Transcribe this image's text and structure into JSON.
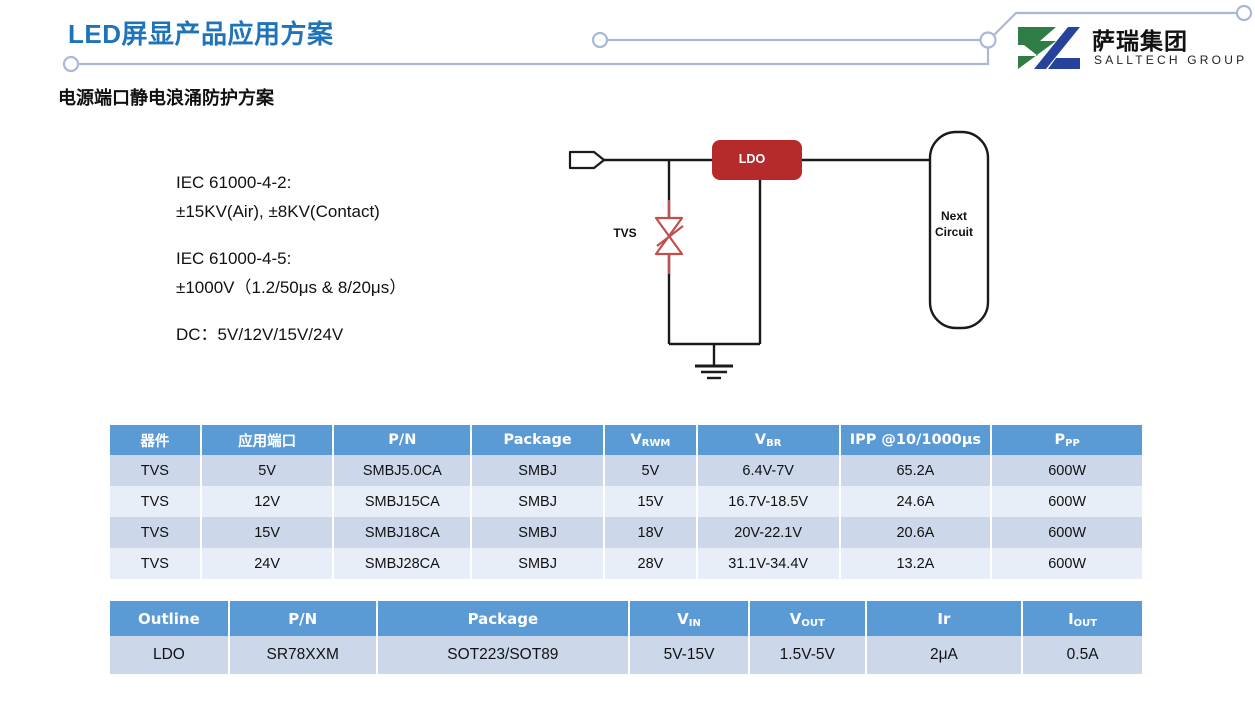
{
  "header": {
    "slide_title": "LED屏显产品应用方案",
    "section_title": "电源端口静电浪涌防护方案",
    "line_color": "#a9b8d8",
    "title_color": "#1f73b8"
  },
  "logo": {
    "name_cn": "萨瑞集团",
    "name_en": "SALLTECH GROUP",
    "mark_green": "#2e7d46",
    "mark_blue": "#27429a"
  },
  "spec": {
    "esd_standard": "IEC 61000-4-2:",
    "esd_value": "±15KV(Air), ±8KV(Contact)",
    "surge_standard": "IEC 61000-4-5:",
    "surge_value": "±1000V（1.2/50μs & 8/20μs）",
    "dc_line": "DC：5V/12V/15V/24V"
  },
  "circuit": {
    "ldo_label": "LDO",
    "tvs_label": "TVS",
    "next_circuit_label": "Next\nCircuit",
    "next_circuit_line1": "Next",
    "next_circuit_line2": "Circuit",
    "ldo_fill": "#b52b2b",
    "tvs_color": "#c0504d",
    "wire_color": "#1a1a1a"
  },
  "tvs_table": {
    "headers": [
      {
        "text": "器件",
        "sub": ""
      },
      {
        "text": "应用端口",
        "sub": ""
      },
      {
        "text": "P/N",
        "sub": ""
      },
      {
        "text": "Package",
        "sub": ""
      },
      {
        "text": "V",
        "sub": "RWM"
      },
      {
        "text": "V",
        "sub": "BR"
      },
      {
        "text": "IPP @10/1000μs",
        "sub": ""
      },
      {
        "text": "P",
        "sub": "PP"
      }
    ],
    "rows": [
      [
        "TVS",
        "5V",
        "SMBJ5.0CA",
        "SMBJ",
        "5V",
        "6.4V-7V",
        "65.2A",
        "600W"
      ],
      [
        "TVS",
        "12V",
        "SMBJ15CA",
        "SMBJ",
        "15V",
        "16.7V-18.5V",
        "24.6A",
        "600W"
      ],
      [
        "TVS",
        "15V",
        "SMBJ18CA",
        "SMBJ",
        "18V",
        "20V-22.1V",
        "20.6A",
        "600W"
      ],
      [
        "TVS",
        "24V",
        "SMBJ28CA",
        "SMBJ",
        "28V",
        "31.1V-34.4V",
        "13.2A",
        "600W"
      ]
    ]
  },
  "ldo_table": {
    "headers": [
      {
        "text": "Outline",
        "sub": ""
      },
      {
        "text": "P/N",
        "sub": ""
      },
      {
        "text": "Package",
        "sub": ""
      },
      {
        "text": "V",
        "sub": "IN"
      },
      {
        "text": "V",
        "sub": "OUT"
      },
      {
        "text": "Ir",
        "sub": ""
      },
      {
        "text": "I",
        "sub": "OUT"
      }
    ],
    "rows": [
      [
        "LDO",
        "SR78XXM",
        "SOT223/SOT89",
        "5V-15V",
        "1.5V-5V",
        "2μA",
        "0.5A"
      ]
    ]
  },
  "theme": {
    "header_fill": "#5b9bd5",
    "row_a": "#ccd8ea",
    "row_b": "#e8eef7"
  }
}
